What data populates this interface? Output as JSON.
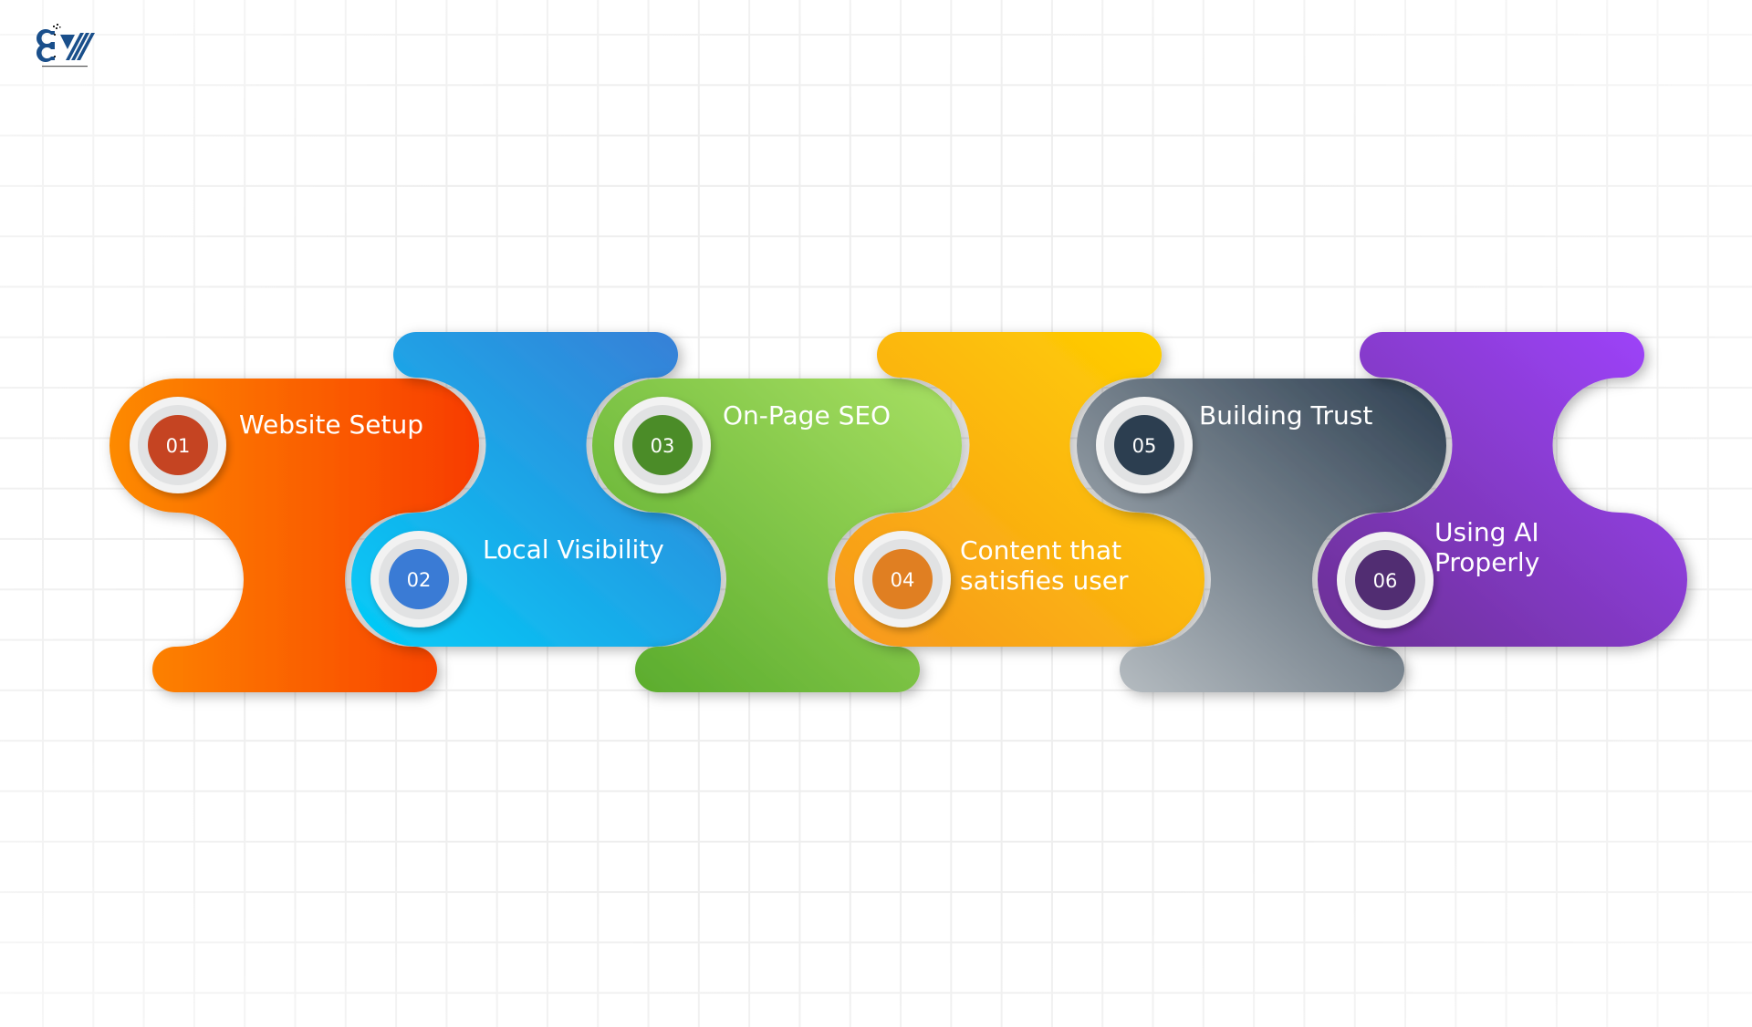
{
  "logo": {
    "name": "logo",
    "brand_color": "#1a4f8b"
  },
  "steps": [
    {
      "number": "01",
      "lines": [
        "Website Setup"
      ],
      "disc_color": "#c54422",
      "gradient": {
        "from": "#fd8a00",
        "to": "#f83c00"
      }
    },
    {
      "number": "02",
      "lines": [
        "Local Visibility"
      ],
      "disc_color": "#3a7bd5",
      "gradient": {
        "from": "#02cdf8",
        "to": "#3a7bd5"
      }
    },
    {
      "number": "03",
      "lines": [
        "On-Page SEO"
      ],
      "disc_color": "#4b8c28",
      "gradient": {
        "from": "#56a92a",
        "to": "#a8e063"
      }
    },
    {
      "number": "04",
      "lines": [
        "Content that",
        "satisfies user"
      ],
      "disc_color": "#e07f22",
      "gradient": {
        "from": "#f7971e",
        "to": "#ffd200"
      }
    },
    {
      "number": "05",
      "lines": [
        "Building Trust"
      ],
      "disc_color": "#2c3e50",
      "gradient": {
        "from": "#bdc3c7",
        "to": "#2c3e50"
      }
    },
    {
      "number": "06",
      "lines": [
        "Using AI",
        "Properly"
      ],
      "disc_color": "#512d72",
      "gradient": {
        "from": "#6a3093",
        "to": "#a044ff"
      }
    }
  ]
}
